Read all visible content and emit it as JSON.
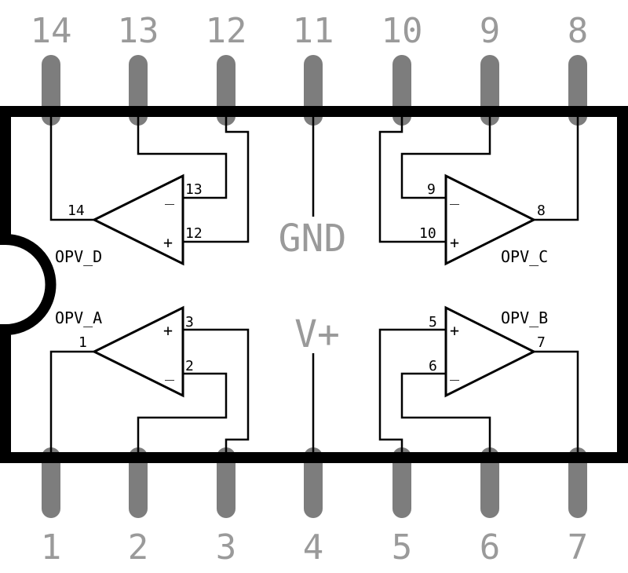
{
  "pins_top": [
    "14",
    "13",
    "12",
    "11",
    "10",
    "9",
    "8"
  ],
  "pins_bottom": [
    "1",
    "2",
    "3",
    "4",
    "5",
    "6",
    "7"
  ],
  "supply": {
    "gnd": "GND",
    "vplus": "V+"
  },
  "opamps": {
    "d": {
      "name": "OPV_D",
      "out": "14",
      "inv": "13",
      "noninv": "12"
    },
    "c": {
      "name": "OPV_C",
      "out": "8",
      "inv": "9",
      "noninv": "10"
    },
    "a": {
      "name": "OPV_A",
      "out": "1",
      "inv": "2",
      "noninv": "3"
    },
    "b": {
      "name": "OPV_B",
      "out": "7",
      "inv": "6",
      "noninv": "5"
    }
  },
  "signs": {
    "minus": "_",
    "plus": "+"
  },
  "colors": {
    "lead": "#7d7d7d",
    "pin_text": "#9a9a9a",
    "body": "#000000"
  }
}
